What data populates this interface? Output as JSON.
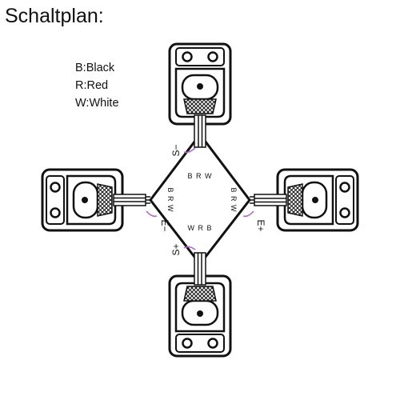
{
  "title": "Schaltplan:",
  "legend": {
    "black": "B:Black",
    "red": "R:Red",
    "white": "W:White"
  },
  "hub": {
    "top_label": "B R W",
    "bottom_label": "W R B",
    "left_label": "B R W",
    "right_label": "B R W"
  },
  "sensors": {
    "top": "S−",
    "bottom": "S+",
    "left": "E−",
    "right": "E+"
  },
  "colors": {
    "line": "#111111",
    "lead_accent": "#b06bc9"
  }
}
